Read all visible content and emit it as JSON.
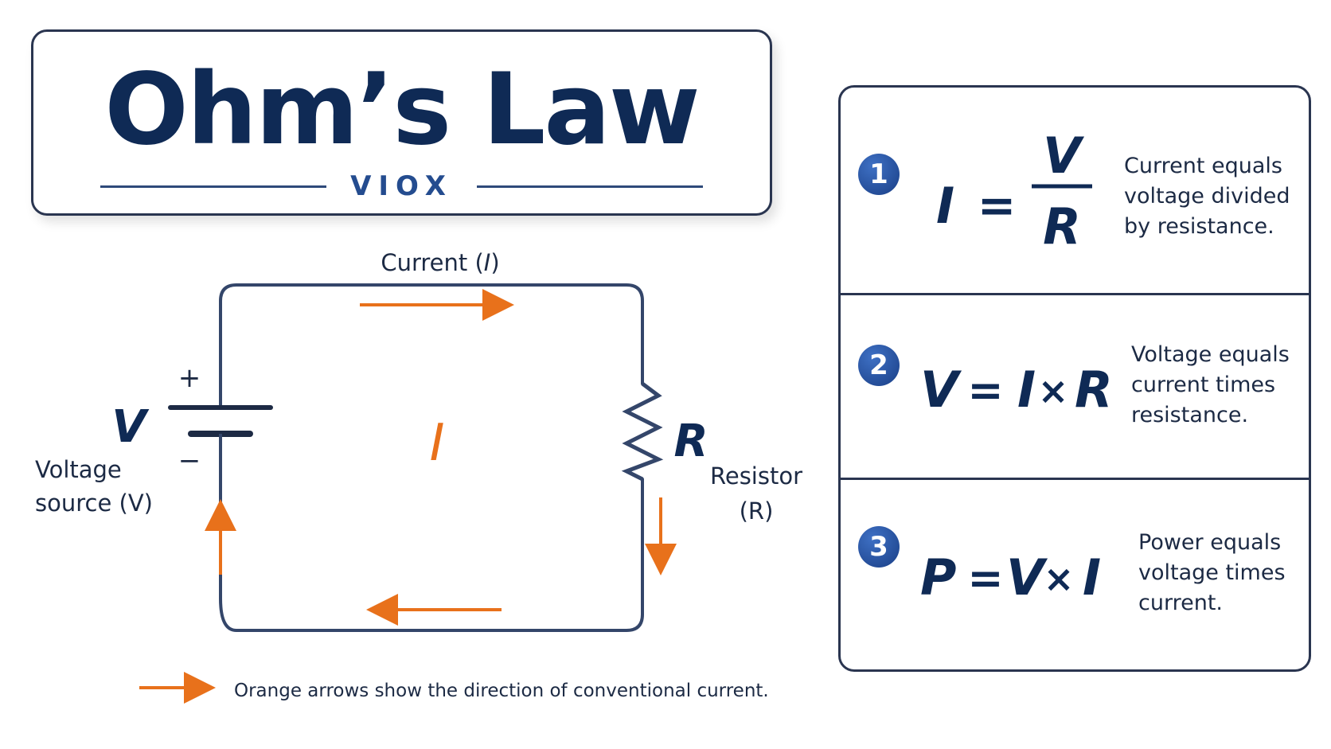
{
  "title": "Ohm’s Law",
  "brand": "VIOX",
  "circuit": {
    "current_label_prefix": "Current (",
    "current_label_symbol": "I",
    "current_label_suffix": ")",
    "center_symbol": "I",
    "plus_sign": "+",
    "minus_sign": "−",
    "voltage_symbol": "V",
    "voltage_label_line1": "Voltage",
    "voltage_label_line2": "source (V)",
    "resistor_symbol": "R",
    "resistor_label_line1": "Resistor",
    "resistor_label_line2": "(R)",
    "legend_text": "Orange arrows show the direction of conventional current."
  },
  "formulas": [
    {
      "number": "1",
      "lhs": "I",
      "equals": "=",
      "numerator": "V",
      "denominator": "R",
      "desc_lines": [
        "Current equals",
        "voltage divided",
        "by resistance."
      ]
    },
    {
      "number": "2",
      "t1": "V",
      "eq": "=",
      "t2": "I",
      "op": "×",
      "t3": "R",
      "desc_lines": [
        "Voltage equals",
        "current times",
        "resistance."
      ]
    },
    {
      "number": "3",
      "t1": "P",
      "eq": "=",
      "t2": "V",
      "op": "×",
      "t3": "I",
      "desc_lines": [
        "Power equals",
        "voltage times",
        "current."
      ]
    }
  ],
  "colors": {
    "navy": "#0f2a55",
    "wire": "#34466a",
    "orange": "#e8711b",
    "accent_blue": "#244c8f"
  }
}
